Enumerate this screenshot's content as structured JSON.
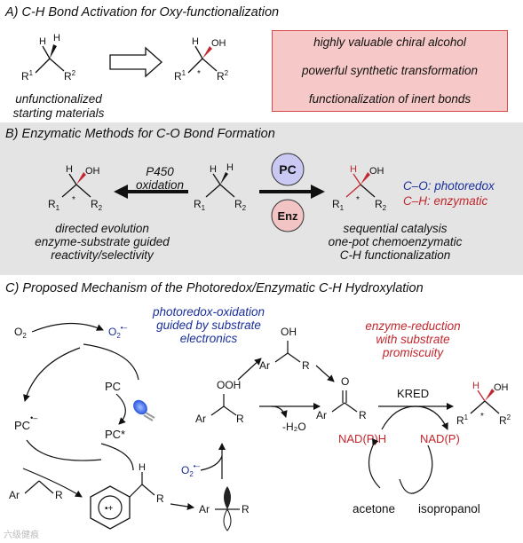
{
  "section_a": {
    "title": "A) C-H Bond Activation for Oxy-functionalization",
    "caption": [
      "unfunctionalized",
      "starting materials"
    ],
    "benefits": [
      "highly valuable chiral alcohol",
      "powerful synthetic transformation",
      "functionalization of inert bonds"
    ]
  },
  "section_b": {
    "title": "B) Enzymatic Methods for C-O Bond Formation",
    "p450": [
      "P450",
      "oxidation"
    ],
    "left_notes": [
      "directed evolution",
      "enzyme-substrate guided",
      "reactivity/selectivity"
    ],
    "right_notes": [
      "sequential catalysis",
      "one-pot chemoenzymatic",
      "C-H functionalization"
    ],
    "pc": "PC",
    "enz": "Enz",
    "co_label": "C–O: photoredox",
    "ch_label": "C–H: enzymatic"
  },
  "section_c": {
    "title": "C) Proposed Mechanism of the Photoredox/Enzymatic C-H Hydroxylation",
    "blue_note": [
      "photoredox-oxidation",
      "guided by substrate",
      "electronics"
    ],
    "red_note": [
      "enzyme-reduction",
      "with substrate",
      "promiscuity"
    ],
    "kred": "KRED",
    "nadph": "NAD(P)H",
    "nadp": "NAD(P)",
    "acetone": "acetone",
    "isopropanol": "isopropanol",
    "minus_water": "-H₂O",
    "pc": "PC",
    "pc_star": "PC*"
  },
  "watermark": "六级健痕",
  "colors": {
    "blue": "#1a2f9c",
    "red": "#c2272d",
    "panel": "#e4e4e4",
    "pink": "#f7c8c8",
    "pc_circle": "#c9c9f3",
    "enz_circle": "#f3c4c4"
  }
}
